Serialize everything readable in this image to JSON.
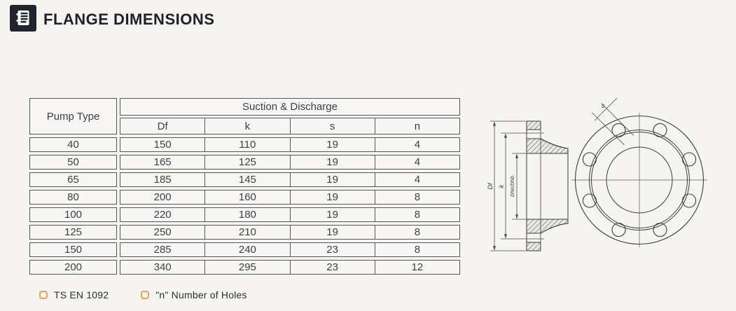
{
  "header": {
    "title": "FLANGE DIMENSIONS"
  },
  "table": {
    "col1_header": "Pump Type",
    "group_header": "Suction & Discharge",
    "sub_headers": [
      "Df",
      "k",
      "s",
      "n"
    ],
    "rows": [
      [
        "40",
        "150",
        "110",
        "19",
        "4"
      ],
      [
        "50",
        "165",
        "125",
        "19",
        "4"
      ],
      [
        "65",
        "185",
        "145",
        "19",
        "4"
      ],
      [
        "80",
        "200",
        "160",
        "19",
        "8"
      ],
      [
        "100",
        "220",
        "180",
        "19",
        "8"
      ],
      [
        "125",
        "250",
        "210",
        "19",
        "8"
      ],
      [
        "150",
        "285",
        "240",
        "23",
        "8"
      ],
      [
        "200",
        "340",
        "295",
        "23",
        "12"
      ]
    ]
  },
  "legend": {
    "items": [
      {
        "label": "TS EN 1092"
      },
      {
        "label": "\"n\" Number of Holes"
      }
    ],
    "bullet_color": "#e9a24e"
  },
  "diagram": {
    "df_label": "Df",
    "k_label": "k",
    "bore_label": "DNe/DNb",
    "s_label": "s"
  },
  "colors": {
    "background": "#f5f4f1",
    "title": "#1d212b",
    "icon_bg": "#20242c",
    "table_border": "#565656",
    "accent_orange": "#e9a24e"
  }
}
